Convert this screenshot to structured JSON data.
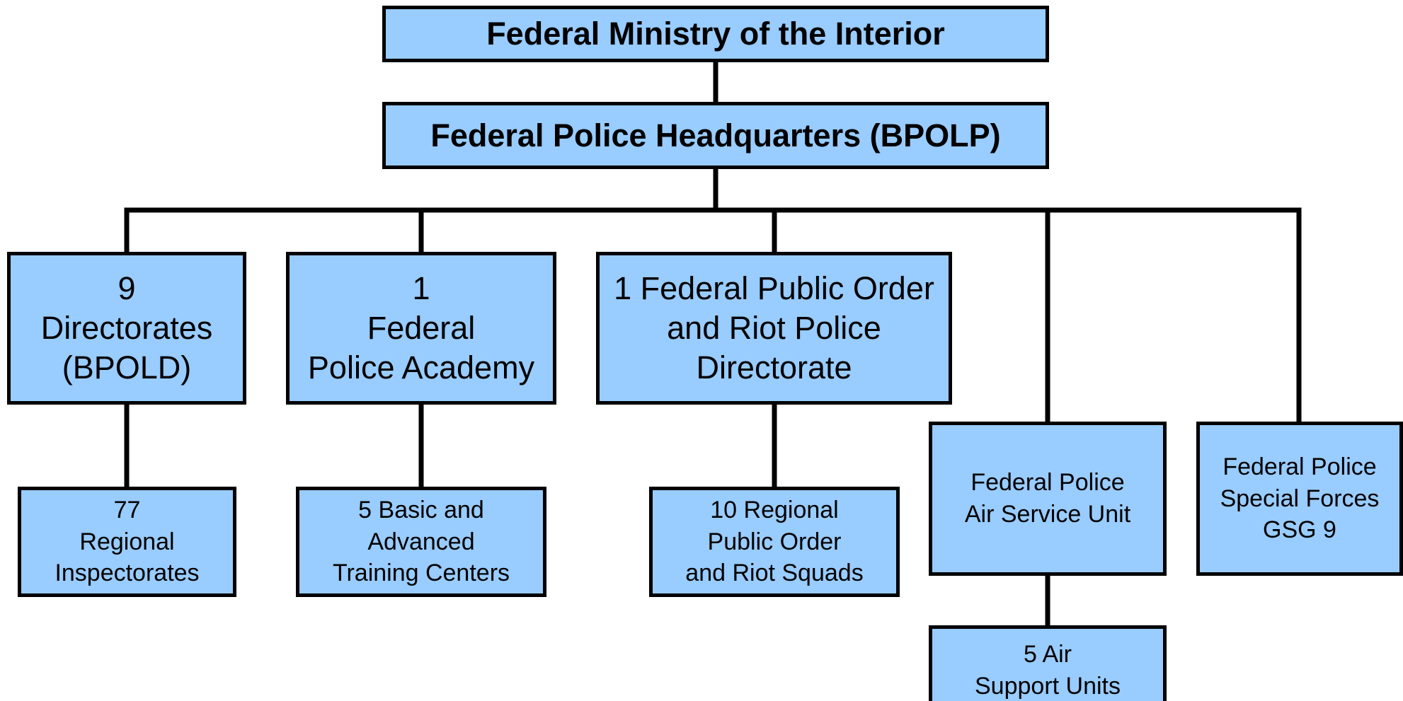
{
  "colors": {
    "box_fill": "#99ccff",
    "line": "#000000",
    "swoosh_dark": "#0b6bb0",
    "swoosh_light": "#a9c4e4"
  },
  "nodes": {
    "ministry": "Federal Ministry of the Interior",
    "headquarters": "Federal Police Headquarters (BPOLP)",
    "directorates": "9\nDirectorates\n(BPOLD)",
    "academy": "1\nFederal\nPolice Academy",
    "riot_directorate": "1 Federal Public Order\nand Riot Police\nDirectorate",
    "air_service": "Federal Police\nAir Service Unit",
    "special_forces": "Federal Police\nSpecial Forces\nGSG 9",
    "inspectorates": "77\nRegional\nInspectorates",
    "training_centers": "5 Basic and\nAdvanced\nTraining Centers",
    "riot_squads": "10 Regional\nPublic Order\nand Riot Squads",
    "air_support": "5 Air\nSupport Units"
  }
}
